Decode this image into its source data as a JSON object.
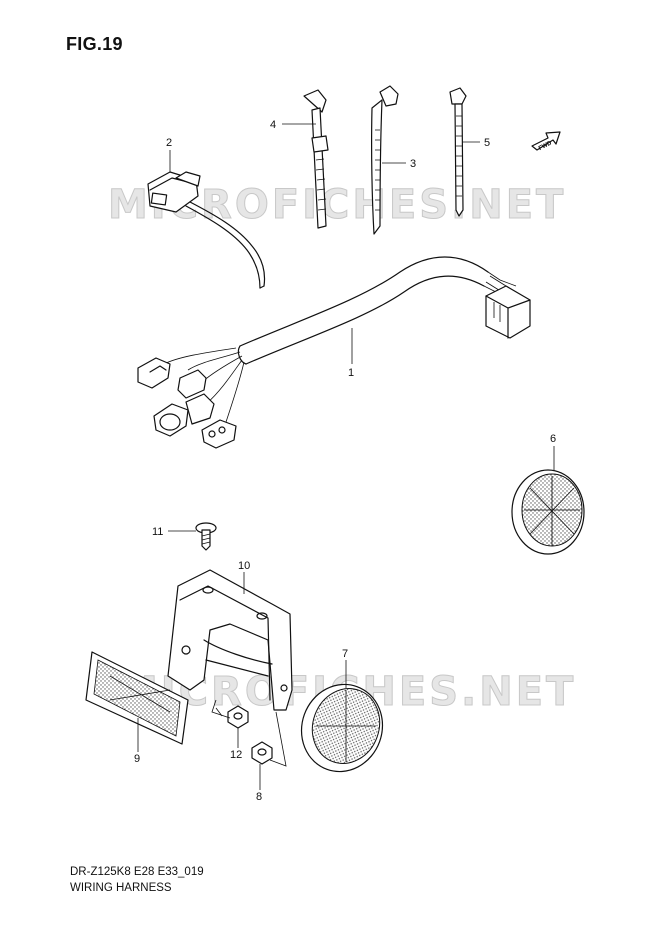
{
  "figure": {
    "title": "FIG.19"
  },
  "footer": {
    "code": "DR-Z125K8 E28 E33_019",
    "name": "WIRING HARNESS"
  },
  "watermark": "MICROFICHES.NET",
  "fwd_label": "FWD",
  "callouts": [
    {
      "id": "1",
      "label": "1"
    },
    {
      "id": "2",
      "label": "2"
    },
    {
      "id": "3",
      "label": "3"
    },
    {
      "id": "4",
      "label": "4"
    },
    {
      "id": "5",
      "label": "5"
    },
    {
      "id": "6",
      "label": "6"
    },
    {
      "id": "7",
      "label": "7"
    },
    {
      "id": "8",
      "label": "8"
    },
    {
      "id": "9",
      "label": "9"
    },
    {
      "id": "10",
      "label": "10"
    },
    {
      "id": "11",
      "label": "11"
    },
    {
      "id": "12",
      "label": "12"
    }
  ]
}
